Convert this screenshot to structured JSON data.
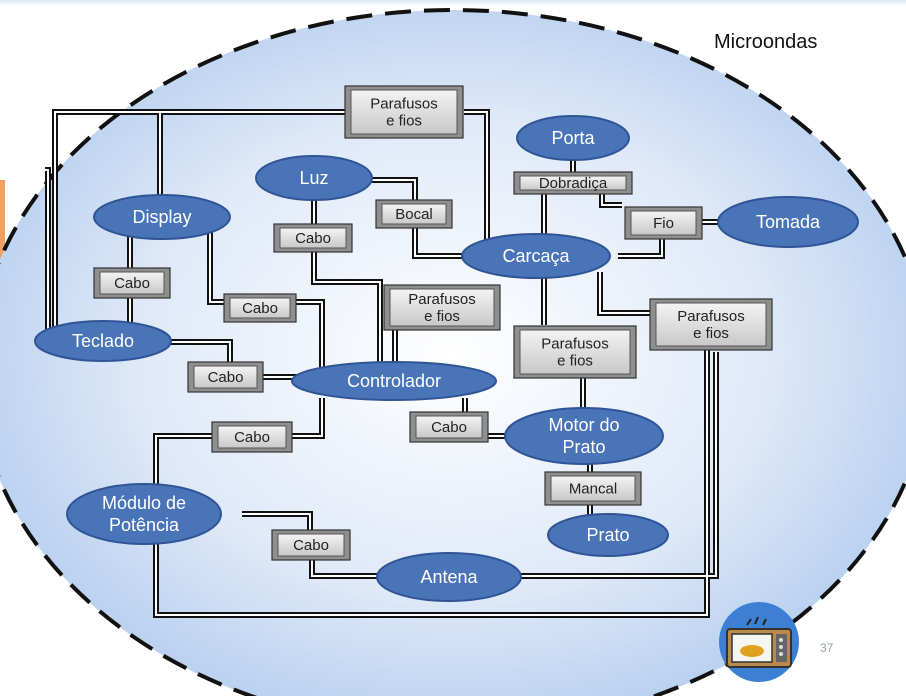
{
  "system_label": "Microondas",
  "page_number": "37",
  "nodes": {
    "porta": [
      "Porta"
    ],
    "luz": [
      "Luz"
    ],
    "display": [
      "Display"
    ],
    "tomada": [
      "Tomada"
    ],
    "carcaca": [
      "Carcaça"
    ],
    "teclado": [
      "Teclado"
    ],
    "controlador": [
      "Controlador"
    ],
    "motor_prato": [
      "Motor do",
      "Prato"
    ],
    "modulo_potencia": [
      "Módulo de",
      "Potência"
    ],
    "prato": [
      "Prato"
    ],
    "antena": [
      "Antena"
    ]
  },
  "boxes": {
    "parafusos_top": [
      "Parafusos",
      "e fios"
    ],
    "dobradica": [
      "Dobradiça"
    ],
    "bocal": [
      "Bocal"
    ],
    "fio": [
      "Fio"
    ],
    "cabo_luz": [
      "Cabo"
    ],
    "cabo_display_teclado": [
      "Cabo"
    ],
    "cabo_display_ctrl": [
      "Cabo"
    ],
    "parafusos_ctrl": [
      "Parafusos",
      "e fios"
    ],
    "parafusos_antena": [
      "Parafusos",
      "e fios"
    ],
    "parafusos_motor": [
      "Parafusos",
      "e fios"
    ],
    "cabo_teclado": [
      "Cabo"
    ],
    "cabo_motor": [
      "Cabo"
    ],
    "cabo_potencia": [
      "Cabo"
    ],
    "mancal": [
      "Mancal"
    ],
    "cabo_antena": [
      "Cabo"
    ]
  },
  "colors": {
    "node_fill": "#4a74b8",
    "node_stroke": "#2f5597",
    "box_fill": "#d6d6d6",
    "boundary_fill_center": "#ffffff",
    "boundary_fill_edge": "#a9c6ec",
    "connector": "#111111"
  },
  "icons": [
    "microwave-icon"
  ]
}
